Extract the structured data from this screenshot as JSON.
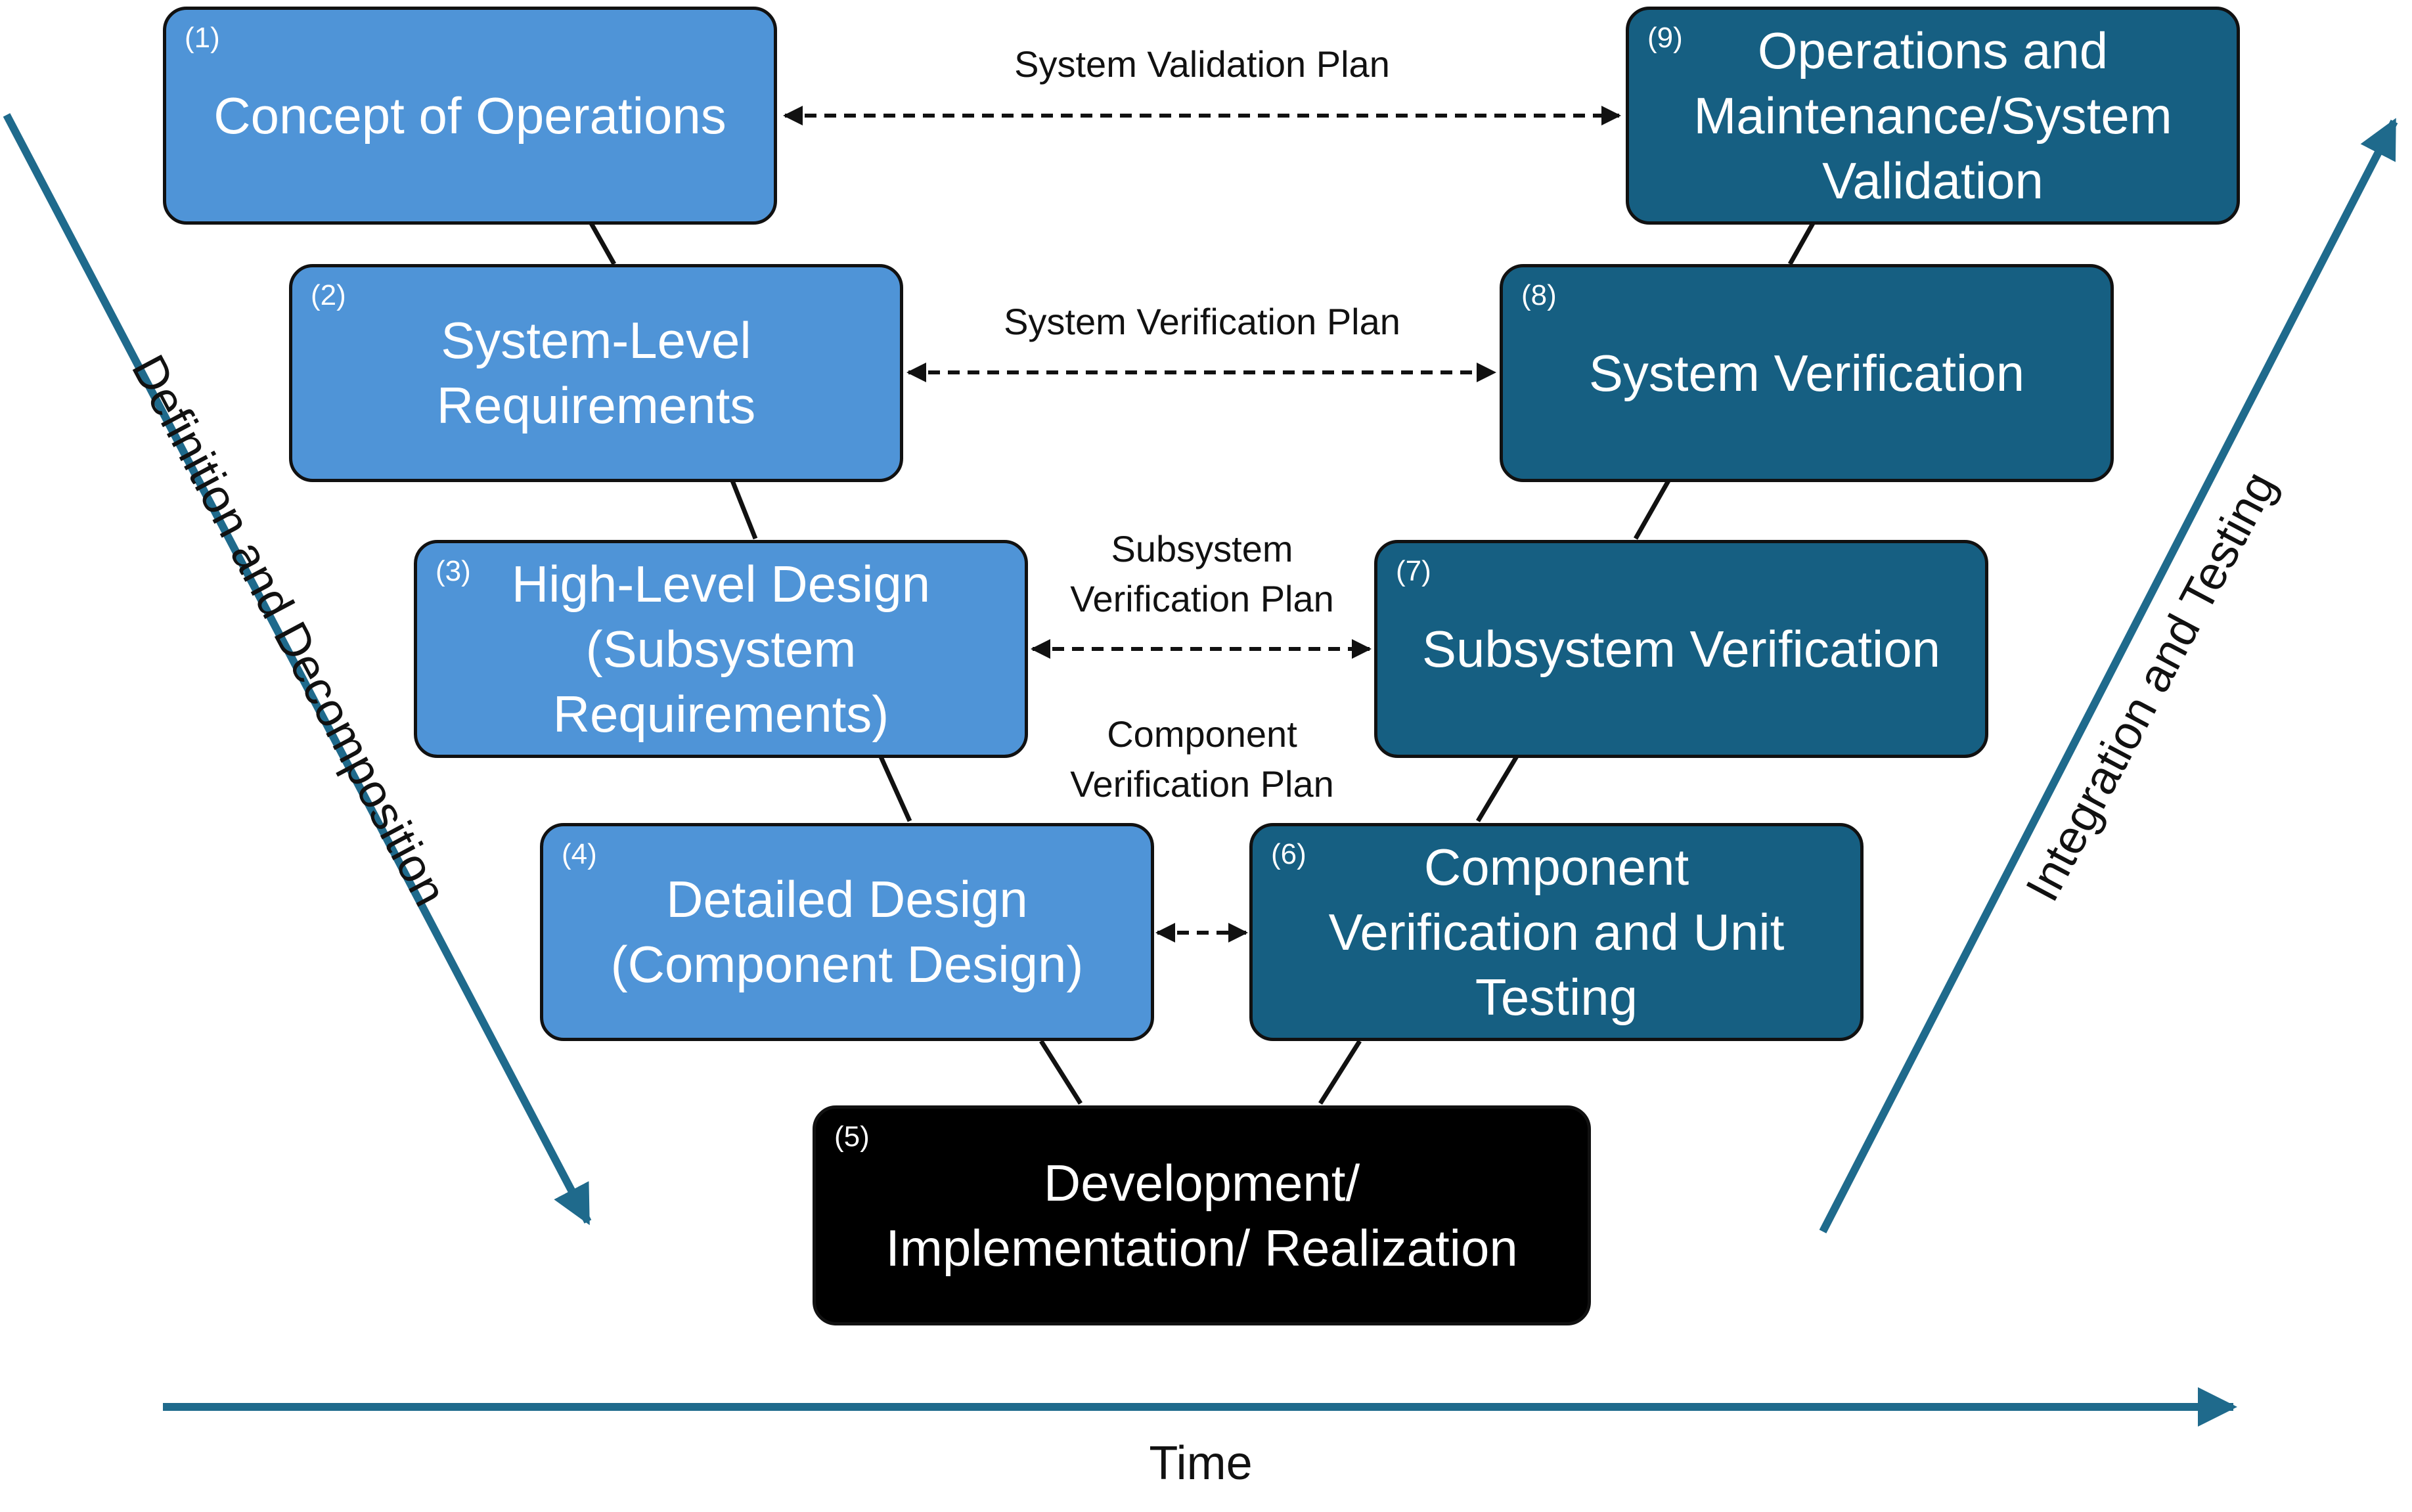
{
  "colors": {
    "definition_box": "#4f94d7",
    "integration_box": "#165f82",
    "realization_box": "#000000",
    "arrow": "#1f6a8c",
    "connector": "#111111"
  },
  "boxes": {
    "concept_of_operations": {
      "num": "(1)",
      "title": "Concept of Operations"
    },
    "system_requirements": {
      "num": "(2)",
      "title": "System-Level\nRequirements"
    },
    "high_level_design": {
      "num": "(3)",
      "title": "High-Level Design\n(Subsystem\nRequirements)"
    },
    "detailed_design": {
      "num": "(4)",
      "title": "Detailed Design\n(Component Design)"
    },
    "development": {
      "num": "(5)",
      "title": "Development/\nImplementation/ Realization"
    },
    "component_verification": {
      "num": "(6)",
      "title": "Component\nVerification and Unit\nTesting"
    },
    "subsystem_verification": {
      "num": "(7)",
      "title": "Subsystem Verification"
    },
    "system_verification": {
      "num": "(8)",
      "title": "System Verification"
    },
    "operations_validation": {
      "num": "(9)",
      "title": "Operations and\nMaintenance/System\nValidation"
    }
  },
  "plans": {
    "system_validation": "System Validation Plan",
    "system_verification": "System Verification Plan",
    "subsystem_verification": "Subsystem\nVerification Plan",
    "component_verification": "Component\nVerification Plan"
  },
  "axes": {
    "left_arrow": "Definition and Decomposition",
    "right_arrow": "Integration and Testing",
    "time": "Time"
  }
}
